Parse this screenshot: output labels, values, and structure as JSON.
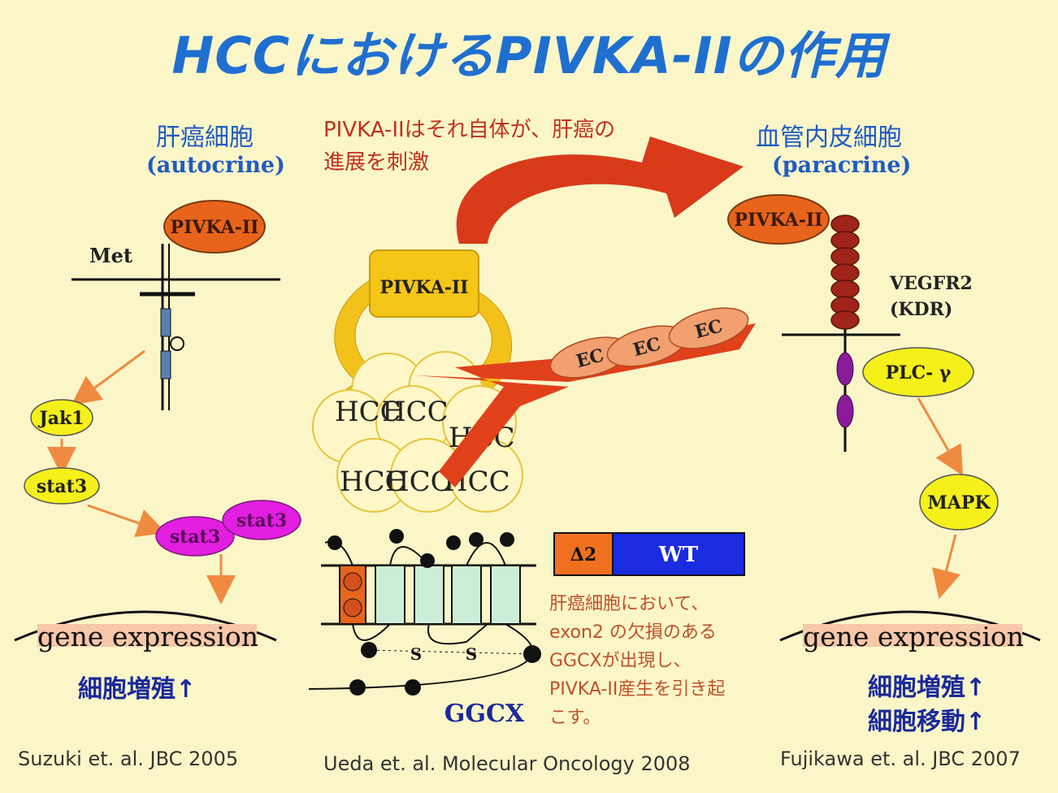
{
  "title": "HCCにおけるPIVKA-IIの作用",
  "left": {
    "heading": "肝癌細胞",
    "subheading": "(autocrine)",
    "receptor_label": "Met",
    "ligand_label": "PIVKA-II",
    "jak1_label": "Jak1",
    "stat3_label": "stat3",
    "stat3_dimer_a": "stat3",
    "stat3_dimer_b": "stat3",
    "gene_label": "gene expression",
    "effect": "細胞増殖↑",
    "citation": "Suzuki et. al. JBC 2005"
  },
  "center": {
    "caption_line1": "PIVKA-IIはそれ自体が、肝癌の",
    "caption_line2": "進展を刺激",
    "pivka_box_label": "PIVKA-II",
    "hcc_label": "HCC",
    "ec_label": "EC",
    "ggcx_label": "GGCX",
    "ss_label": "S",
    "delta_label": "Δ2",
    "wt_label": "WT",
    "note": "肝癌細胞において、\nexon2 の欠損のある\nGGCXが出現し、\nPIVKA-II産生を引き起\nこす。",
    "citation": "Ueda et. al. Molecular Oncology 2008"
  },
  "right": {
    "heading": "血管内皮細胞",
    "subheading": "(paracrine)",
    "ligand_label": "PIVKA-II",
    "receptor_label_1": "VEGFR2",
    "receptor_label_2": "(KDR)",
    "plc_label": "PLC- γ",
    "mapk_label": "MAPK",
    "gene_label": "gene expression",
    "effect_1": "細胞増殖↑",
    "effect_2": "細胞移動↑",
    "citation": "Fujikawa et. al. JBC 2007"
  },
  "colors": {
    "title": "#1f6fd0",
    "background": "#fbf6c8",
    "orange_ellipse": "#e8641c",
    "yellow_ellipse": "#f5f01a",
    "magenta_ellipse": "#e21ee0",
    "red_arrow": "#d83a1a",
    "delta_box": "#f07020",
    "wt_box": "#1a2be0"
  }
}
